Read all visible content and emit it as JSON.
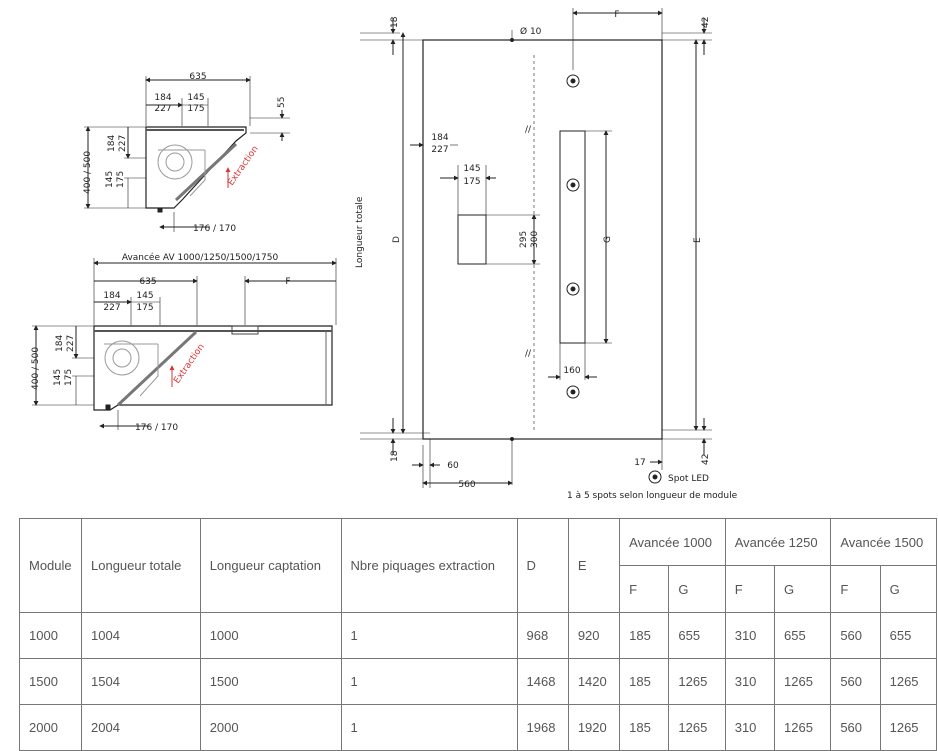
{
  "drawing": {
    "view1": {
      "dims": {
        "d635": "635",
        "d184": "184",
        "d227": "227",
        "d145": "145",
        "d175": "175",
        "d55": "55",
        "d400_500": "400 / 500",
        "v184": "184",
        "v227": "227",
        "v145": "145",
        "v175": "175",
        "d176_170": "176 / 170"
      },
      "extraction": "Extraction"
    },
    "view2": {
      "dims": {
        "avancee": "Avancée AV 1000/1250/1500/1750",
        "d635": "635",
        "F": "F",
        "d184": "184",
        "d227": "227",
        "d145": "145",
        "d175": "175",
        "d400_500": "400 / 500",
        "v184": "184",
        "v227": "227",
        "v145": "145",
        "v175": "175",
        "d176_170": "176 / 170"
      },
      "extraction": "Extraction"
    },
    "view3": {
      "dims": {
        "d18_top": "18",
        "d18_bottom": "18",
        "phi10": "Ø 10",
        "F": "F",
        "d42_top": "42",
        "d42_bottom": "42",
        "longueur_totale": "Longueur totale",
        "D": "D",
        "E": "E",
        "G": "G",
        "d184": "184",
        "d227": "227",
        "d145": "145",
        "d175": "175",
        "d295": "295",
        "d300": "300",
        "d160": "160",
        "d60": "60",
        "d560": "560",
        "d17": "17",
        "slash": "//"
      },
      "spot_label": "Spot LED",
      "spot_note": "1 à 5 spots selon longueur de module"
    }
  },
  "table": {
    "headers": {
      "module": "Module",
      "longueur_totale": "Longueur totale",
      "longueur_captation": "Longueur captation",
      "nbre": "Nbre piquages extraction",
      "D": "D",
      "E": "E",
      "av1000": "Avancée 1000",
      "av1250": "Avancée 1250",
      "av1500": "Avancée 1500",
      "F": "F",
      "G": "G"
    },
    "rows": [
      {
        "module": "1000",
        "longueur_totale": "1004",
        "longueur_captation": "1000",
        "nbre": "1",
        "D": "968",
        "E": "920",
        "f1000": "185",
        "g1000": "655",
        "f1250": "310",
        "g1250": "655",
        "f1500": "560",
        "g1500": "655"
      },
      {
        "module": "1500",
        "longueur_totale": "1504",
        "longueur_captation": "1500",
        "nbre": "1",
        "D": "1468",
        "E": "1420",
        "f1000": "185",
        "g1000": "1265",
        "f1250": "310",
        "g1250": "1265",
        "f1500": "560",
        "g1500": "1265"
      },
      {
        "module": "2000",
        "longueur_totale": "2004",
        "longueur_captation": "2000",
        "nbre": "1",
        "D": "1968",
        "E": "1920",
        "f1000": "185",
        "g1000": "1265",
        "f1250": "310",
        "g1250": "1265",
        "f1500": "560",
        "g1500": "1265"
      }
    ]
  }
}
